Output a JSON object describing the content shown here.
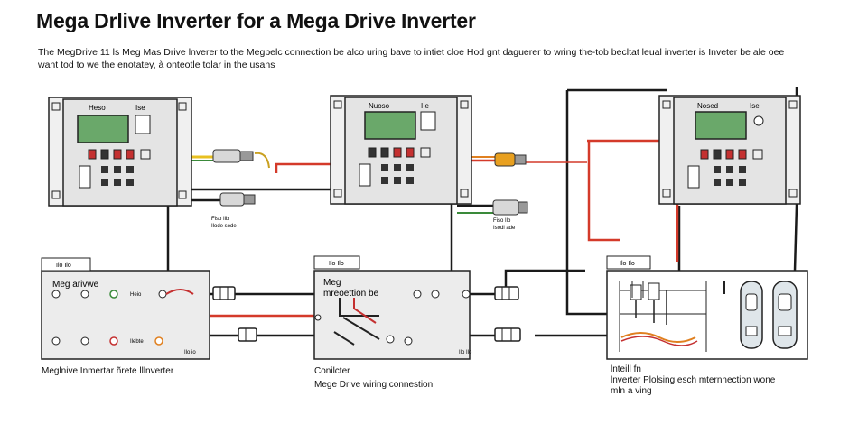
{
  "header": {
    "title": "Mega Drlive Inverter for a Mega Drive Inverter",
    "description_line_1": "The MegDrive 11 ls Meg Mas Drive lnverer to the Megpelc connection be alco uring bave to intiet cloe Hod gnt daguerer to wring the-tob becltat leual inverter is Inveter be ale oee",
    "description_line_2": "want tod to we the enotatey, à onteotle tolar in the usans"
  },
  "top_units": [
    {
      "label_left": "Heso",
      "label_right": "Ise",
      "tag_line_1": "Fiso Ilb",
      "tag_line_2": "Ilode sode"
    },
    {
      "label_left": "Nuoso",
      "label_right": "IIe",
      "tag_line_1": "Fiso Ilb",
      "tag_line_2": "Isodl ade"
    },
    {
      "label_left": "Nosed",
      "label_right": "Ise",
      "tag_line_1": "",
      "tag_line_2": ""
    }
  ],
  "bottom_boxes": [
    {
      "tab_label": "Ilo Iio",
      "title_line_1": "Meg arivwe",
      "title_line_2": "",
      "row_1_label": "Heio",
      "row_2_label": "Ilebte",
      "footer_label": "Ilo io",
      "caption_lines": [
        "Meglnive Inmertar ñrete lllnverter"
      ]
    },
    {
      "tab_label": "Ilo Ilo",
      "title_line_1": "Meg",
      "title_line_2": "mreoettion be",
      "row_1_label": "",
      "row_2_label": "",
      "footer_label": "Ilo Ilo",
      "caption_lines": [
        "Conilcter",
        "Mege Drive wiring connestion"
      ]
    },
    {
      "tab_label": "Ilo Ilo",
      "title_line_1": "",
      "title_line_2": "",
      "row_1_label": "",
      "row_2_label": "",
      "footer_label": "",
      "caption_lines": [
        "lnteill fn",
        "lnverter Plolsing esch mternnection wone",
        "mln a ving"
      ]
    }
  ],
  "colors": {
    "wire_red": "#d43a2a",
    "wire_black": "#1a1a1a",
    "wire_orange": "#e08020",
    "wire_yellow": "#e8c020",
    "wire_green": "#3a8a3a",
    "unit_fill": "#e6e6e6",
    "screen_green": "#6aa86a",
    "button_red": "#c43030",
    "box_fill": "#ececec"
  }
}
